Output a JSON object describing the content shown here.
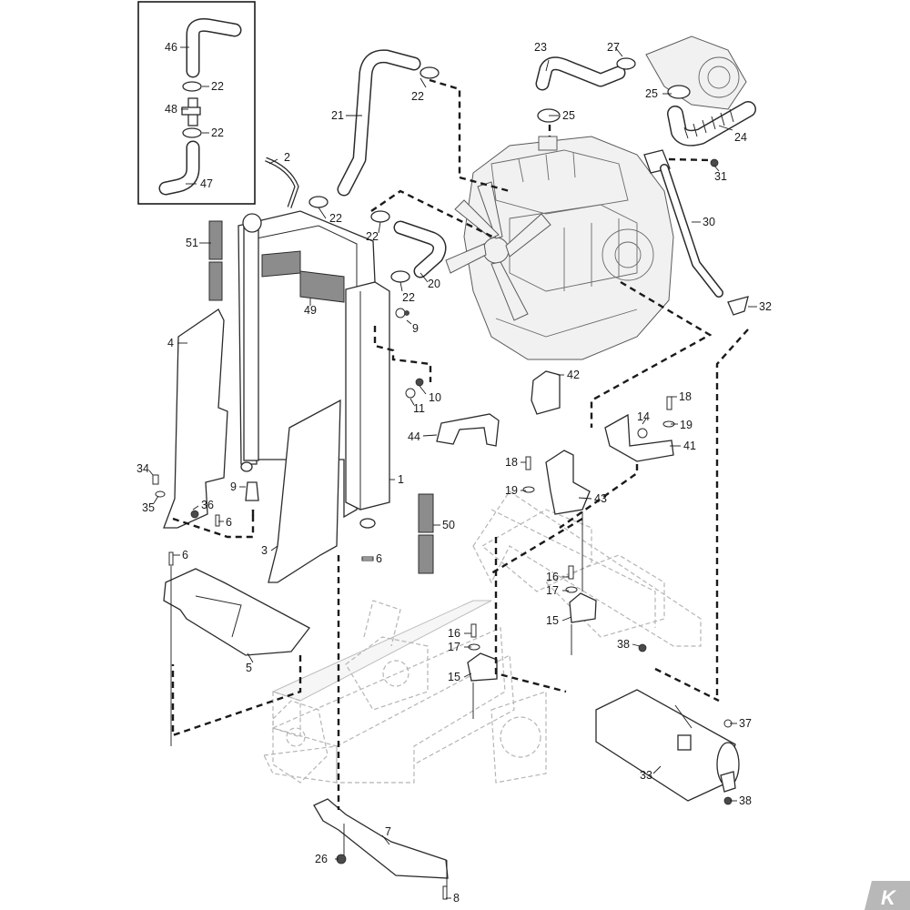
{
  "callouts": [
    {
      "id": "c46",
      "text": "46"
    },
    {
      "id": "c22a",
      "text": "22"
    },
    {
      "id": "c48",
      "text": "48"
    },
    {
      "id": "c22b",
      "text": "22"
    },
    {
      "id": "c47",
      "text": "47"
    },
    {
      "id": "c2",
      "text": "2"
    },
    {
      "id": "c21",
      "text": "21"
    },
    {
      "id": "c22c",
      "text": "22"
    },
    {
      "id": "c22d",
      "text": "22"
    },
    {
      "id": "c22e",
      "text": "22"
    },
    {
      "id": "c22f",
      "text": "22"
    },
    {
      "id": "c20",
      "text": "20"
    },
    {
      "id": "c23",
      "text": "23"
    },
    {
      "id": "c27",
      "text": "27"
    },
    {
      "id": "c25a",
      "text": "25"
    },
    {
      "id": "c25b",
      "text": "25"
    },
    {
      "id": "c24",
      "text": "24"
    },
    {
      "id": "c31",
      "text": "31"
    },
    {
      "id": "c30",
      "text": "30"
    },
    {
      "id": "c32",
      "text": "32"
    },
    {
      "id": "c51",
      "text": "51"
    },
    {
      "id": "c49",
      "text": "49"
    },
    {
      "id": "c9a",
      "text": "9"
    },
    {
      "id": "c4",
      "text": "4"
    },
    {
      "id": "c10",
      "text": "10"
    },
    {
      "id": "c11",
      "text": "11"
    },
    {
      "id": "c42",
      "text": "42"
    },
    {
      "id": "c18a",
      "text": "18"
    },
    {
      "id": "c14",
      "text": "14"
    },
    {
      "id": "c19a",
      "text": "19"
    },
    {
      "id": "c44",
      "text": "44"
    },
    {
      "id": "c41",
      "text": "41"
    },
    {
      "id": "c1",
      "text": "1"
    },
    {
      "id": "c34",
      "text": "34"
    },
    {
      "id": "c35",
      "text": "35"
    },
    {
      "id": "c36",
      "text": "36"
    },
    {
      "id": "c9b",
      "text": "9"
    },
    {
      "id": "c6a",
      "text": "6"
    },
    {
      "id": "c18b",
      "text": "18"
    },
    {
      "id": "c19b",
      "text": "19"
    },
    {
      "id": "c43",
      "text": "43"
    },
    {
      "id": "c50",
      "text": "50"
    },
    {
      "id": "c6b",
      "text": "6"
    },
    {
      "id": "c3",
      "text": "3"
    },
    {
      "id": "c6c",
      "text": "6"
    },
    {
      "id": "c16a",
      "text": "16"
    },
    {
      "id": "c17a",
      "text": "17"
    },
    {
      "id": "c15a",
      "text": "15"
    },
    {
      "id": "c16b",
      "text": "16"
    },
    {
      "id": "c17b",
      "text": "17"
    },
    {
      "id": "c15b",
      "text": "15"
    },
    {
      "id": "c38a",
      "text": "38"
    },
    {
      "id": "c5",
      "text": "5"
    },
    {
      "id": "c37",
      "text": "37"
    },
    {
      "id": "c33",
      "text": "33"
    },
    {
      "id": "c38b",
      "text": "38"
    },
    {
      "id": "c7",
      "text": "7"
    },
    {
      "id": "c26",
      "text": "26"
    },
    {
      "id": "c8",
      "text": "8"
    }
  ],
  "brand": {
    "mark": "K",
    "color": "#b8b8b8"
  }
}
